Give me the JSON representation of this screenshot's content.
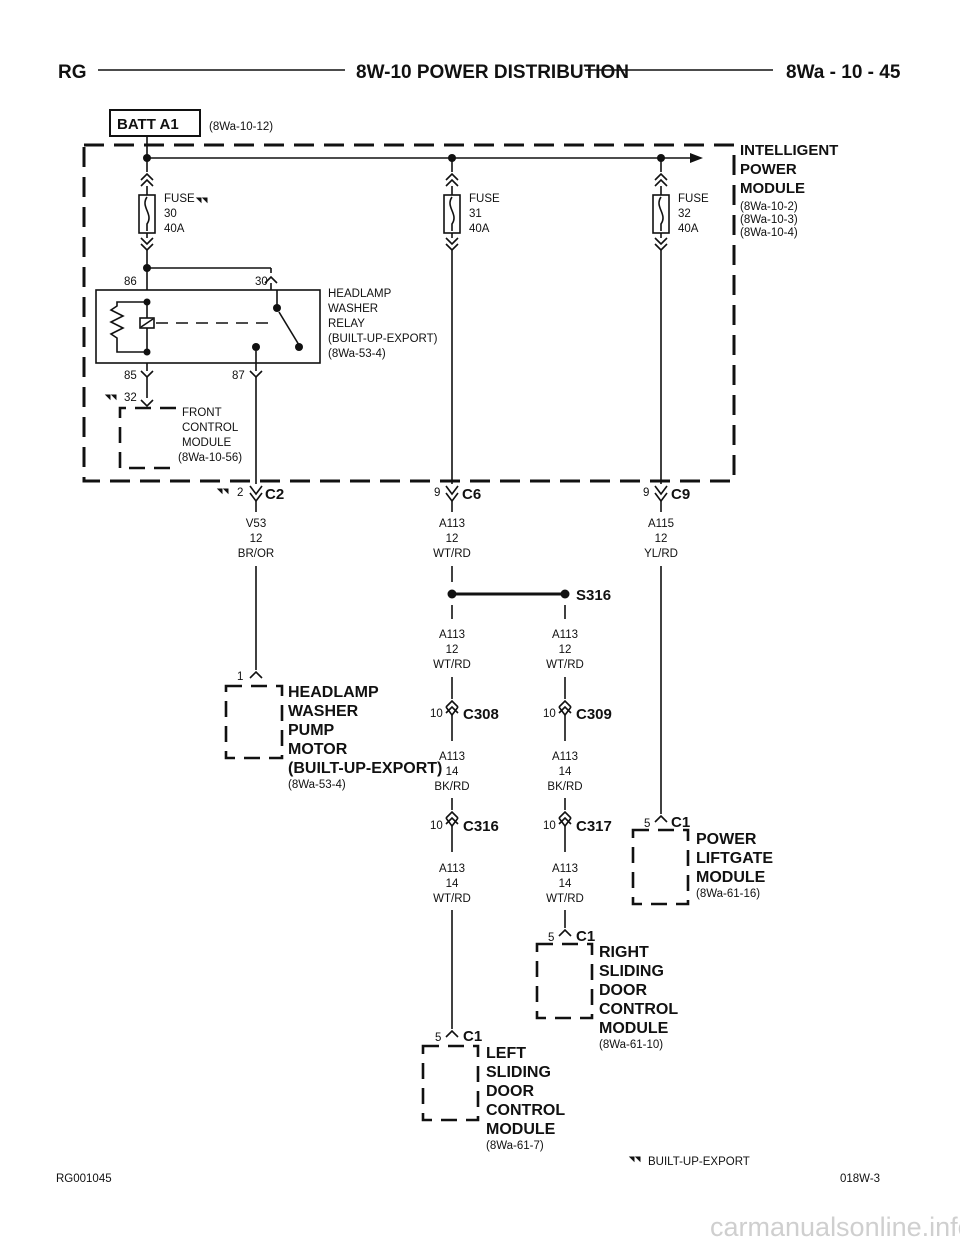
{
  "header": {
    "left": "RG",
    "title": "8W-10 POWER DISTRIBUTION",
    "right": "8Wa - 10 - 45"
  },
  "batt": {
    "label": "BATT A1",
    "ref": "(8Wa-10-12)"
  },
  "ipm": {
    "title": [
      "INTELLIGENT",
      "POWER",
      "MODULE"
    ],
    "refs": [
      "(8Wa-10-2)",
      "(8Wa-10-3)",
      "(8Wa-10-4)"
    ]
  },
  "fuses": [
    {
      "lines": [
        "FUSE",
        "30",
        "40A"
      ]
    },
    {
      "lines": [
        "FUSE",
        "31",
        "40A"
      ]
    },
    {
      "lines": [
        "FUSE",
        "32",
        "40A"
      ]
    }
  ],
  "relay": {
    "pins": [
      "86",
      "30",
      "85",
      "87"
    ],
    "lines": [
      "HEADLAMP",
      "WASHER",
      "RELAY",
      "(BUILT-UP-EXPORT)",
      "(8Wa-53-4)"
    ]
  },
  "fcm": {
    "pin": "32",
    "lines": [
      "FRONT",
      "CONTROL",
      "MODULE",
      "(8Wa-10-56)"
    ]
  },
  "connectors": {
    "c2": {
      "pin": "2",
      "name": "C2"
    },
    "c6": {
      "pin": "9",
      "name": "C6"
    },
    "c9": {
      "pin": "9",
      "name": "C9"
    },
    "c308": {
      "pin": "10",
      "name": "C308"
    },
    "c309": {
      "pin": "10",
      "name": "C309"
    },
    "c316": {
      "pin": "10",
      "name": "C316"
    },
    "c317": {
      "pin": "10",
      "name": "C317"
    }
  },
  "splice": "S316",
  "wires": {
    "v53": [
      "V53",
      "12",
      "BR/OR"
    ],
    "a113_12": [
      "A113",
      "12",
      "WT/RD"
    ],
    "a115": [
      "A115",
      "12",
      "YL/RD"
    ],
    "a113_14bk": [
      "A113",
      "14",
      "BK/RD"
    ],
    "a113_14wt": [
      "A113",
      "14",
      "WT/RD"
    ]
  },
  "modules": {
    "pump": {
      "pin": "1",
      "lines": [
        "HEADLAMP",
        "WASHER",
        "PUMP",
        "MOTOR",
        "(BUILT-UP-EXPORT)"
      ],
      "ref": "(8Wa-53-4)"
    },
    "liftgate": {
      "pin": "5",
      "conn": "C1",
      "lines": [
        "POWER",
        "LIFTGATE",
        "MODULE"
      ],
      "ref": "(8Wa-61-16)"
    },
    "right_door": {
      "pin": "5",
      "conn": "C1",
      "lines": [
        "RIGHT",
        "SLIDING",
        "DOOR",
        "CONTROL",
        "MODULE"
      ],
      "ref": "(8Wa-61-10)"
    },
    "left_door": {
      "pin": "5",
      "conn": "C1",
      "lines": [
        "LEFT",
        "SLIDING",
        "DOOR",
        "CONTROL",
        "MODULE"
      ],
      "ref": "(8Wa-61-7)"
    }
  },
  "legend": "BUILT-UP-EXPORT",
  "footer": {
    "left": "RG001045",
    "right": "018W-3"
  },
  "watermark": "carmanualsonline.info"
}
